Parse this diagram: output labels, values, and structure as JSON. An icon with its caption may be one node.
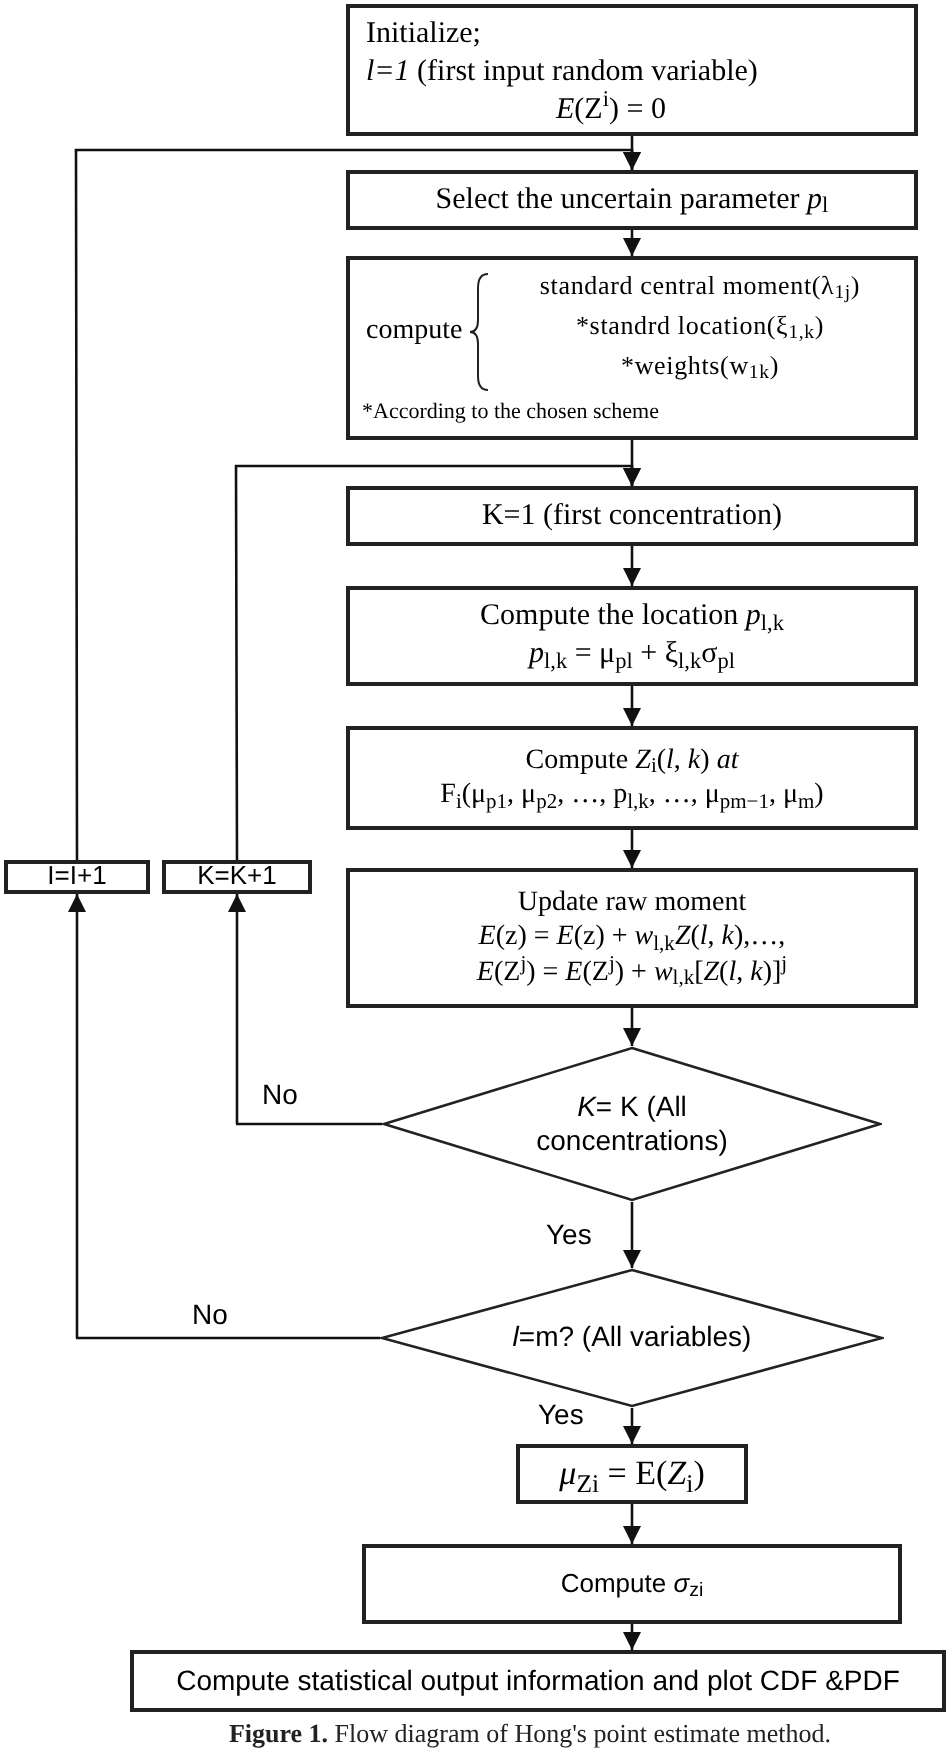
{
  "diagram": {
    "caption": "**Figure 1.** Flow diagram of Hong's point estimate method.",
    "nodes": [
      {
        "text": [
          "Initialize;",
          "*l=1* (first input random variable)",
          "*E*(Z$^{i}$) = 0"
        ]
      },
      {
        "text": [
          "Select the uncertain parameter *p*$_{l}$"
        ]
      },
      {
        "text": [
          "compute",
          "standard central moment(λ$_{1j}$)",
          "*standrd location(ξ$_{1,k}$)",
          "*weights(w$_{1k}$)",
          "*According to the chosen scheme"
        ]
      },
      {
        "text": [
          "K=1 (first concentration)"
        ]
      },
      {
        "text": [
          "Compute the location *p*$_{l,k}$",
          "*p*$_{l,k}$ = μ$_{pl}$ + ξ$_{l,k}$σ$_{pl}$"
        ]
      },
      {
        "text": [
          "Compute *Z*$_{i}$(*l*, *k*) *at*",
          "F$_{i}$(μ$_{p1}$, μ$_{p2}$, …, p$_{l,k}$, …, μ$_{pm−1}$, μ$_{m}$)"
        ]
      },
      {
        "text": [
          "Update raw moment",
          "*E*(z) = *E*(z) + *w*$_{l,k}$*Z*(*l*, *k*),…,",
          "*E*(Z$^{j}$) = *E*(Z$^{j}$) + *w*$_{l,k}$[*Z*(*l*, *k*)]$^{j}$"
        ]
      },
      {
        "text": [
          "*K*= K (All concentrations)"
        ]
      },
      {
        "text": [
          "*l*=m? (All variables)"
        ]
      },
      {
        "text": [
          "*μ*$_{Zi}$ = E(*Z*$_{i}$)"
        ]
      },
      {
        "text": [
          "Compute *σ*$_{zi}$"
        ]
      },
      {
        "text": [
          "Compute statistical output information and plot CDF &PDF"
        ]
      },
      {
        "text": [
          "I=I+1"
        ]
      },
      {
        "text": [
          "K=K+1"
        ]
      }
    ],
    "edges": [
      {
        "from": 0,
        "to": 1,
        "arrow": "to"
      },
      {
        "from": 1,
        "to": 2,
        "arrow": "to"
      },
      {
        "from": 2,
        "to": 3,
        "arrow": "to"
      },
      {
        "from": 3,
        "to": 4,
        "arrow": "to"
      },
      {
        "from": 4,
        "to": 5,
        "arrow": "to"
      },
      {
        "from": 5,
        "to": 6,
        "arrow": "to"
      },
      {
        "from": 6,
        "to": 7,
        "arrow": "to"
      },
      {
        "from": 7,
        "to": 8,
        "arrow": "to",
        "label": "Yes"
      },
      {
        "from": 8,
        "to": 9,
        "arrow": "to",
        "label": "Yes"
      },
      {
        "from": 9,
        "to": 10,
        "arrow": "to"
      },
      {
        "from": 10,
        "to": 11,
        "arrow": "to"
      },
      {
        "from": 7,
        "to": 13,
        "arrow": "to",
        "label": "No"
      },
      {
        "from": 13,
        "to": 3,
        "arrow": "to"
      },
      {
        "from": 8,
        "to": 12,
        "arrow": "to",
        "label": "No"
      },
      {
        "from": 12,
        "to": 1,
        "arrow": "to"
      }
    ]
  }
}
